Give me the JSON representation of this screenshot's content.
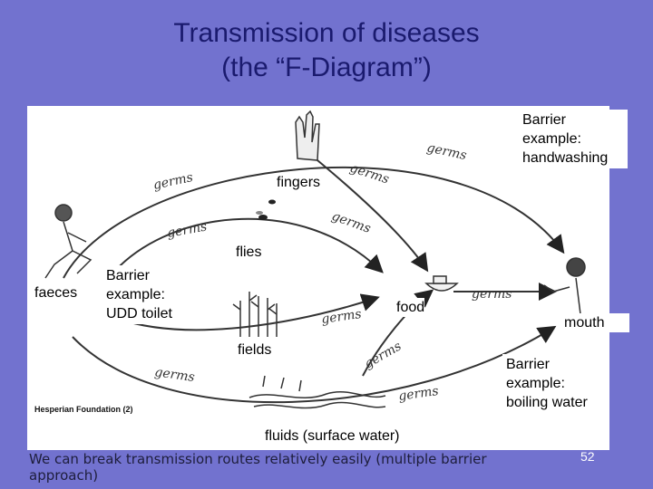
{
  "title_line1": "Transmission of diseases",
  "title_line2": "(the “F-Diagram”)",
  "nodes": {
    "faeces": "faeces",
    "fingers": "fingers",
    "flies": "flies",
    "fields": "fields",
    "fluids": "fluids (surface water)",
    "food": "food",
    "mouth": "mouth"
  },
  "germ_label": "germs",
  "barriers": {
    "handwashing": [
      "Barrier",
      "example:",
      "handwashing"
    ],
    "toilet": [
      "Barrier",
      "example:",
      "UDD toilet"
    ],
    "boiling": [
      "Barrier",
      "example:",
      "boiling water"
    ]
  },
  "credit": "Hesperian Foundation (2)",
  "footer_text": "We can break transmission routes relatively easily (multiple barrier approach)",
  "page_number": "52",
  "icons": [
    "person-squatting-icon",
    "hand-icon",
    "fly-icon",
    "crops-icon",
    "water-icon",
    "food-bowl-icon",
    "person-drinking-icon"
  ]
}
